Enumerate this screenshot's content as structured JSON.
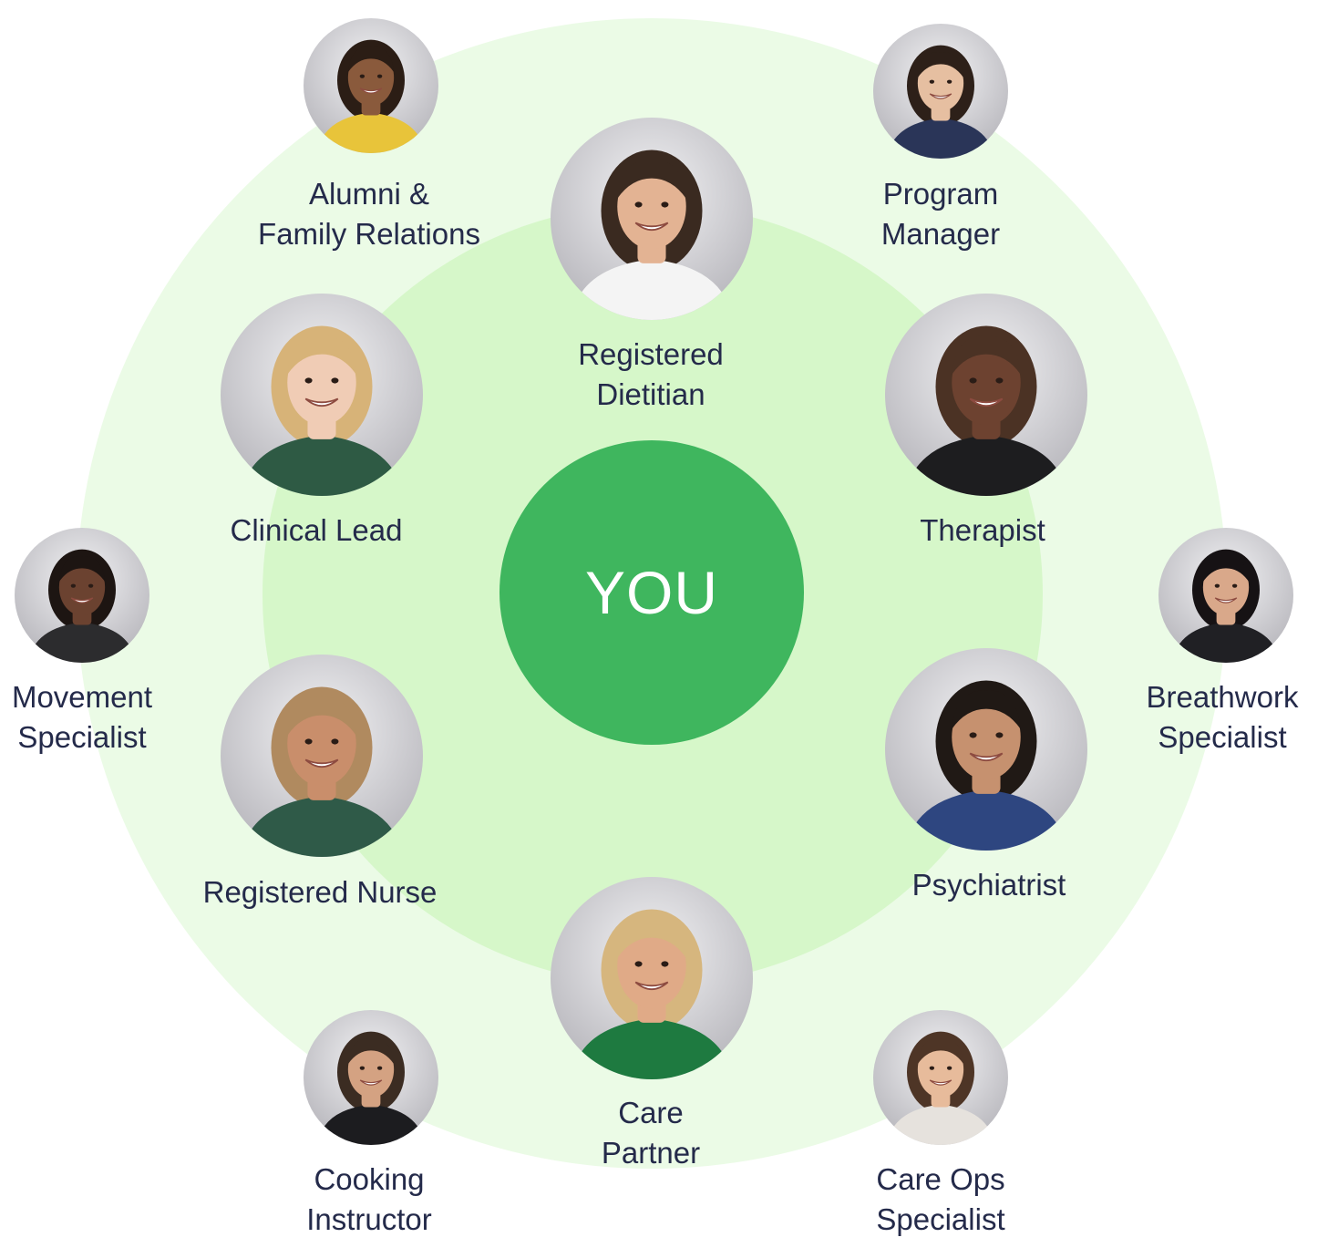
{
  "center": {
    "label": "YOU"
  },
  "colors": {
    "outer_ring": "#ebfbe6",
    "inner_ring": "#d6f7c9",
    "center": "#3fb65e",
    "label_text": "#242a4a"
  },
  "team": {
    "alumni_family_relations": {
      "line1": "Alumni &",
      "line2": "Family Relations",
      "skin": "#8a5a3c",
      "hair": "#2b1d15",
      "shirt": "#e8c43a"
    },
    "program_manager": {
      "line1": "Program",
      "line2": "Manager",
      "skin": "#e6bfa1",
      "hair": "#2d2019",
      "shirt": "#2a3558"
    },
    "registered_dietitian": {
      "line1": "Registered",
      "line2": "Dietitian",
      "skin": "#e3b393",
      "hair": "#3a2a20",
      "shirt": "#f4f4f4"
    },
    "clinical_lead": {
      "line1": "Clinical Lead",
      "line2": "",
      "skin": "#f0ccb5",
      "hair": "#d7b378",
      "shirt": "#2e5a44"
    },
    "therapist": {
      "line1": "Therapist",
      "line2": "",
      "skin": "#6d4230",
      "hair": "#4b3224",
      "shirt": "#1d1d1f"
    },
    "movement_specialist": {
      "line1": "Movement",
      "line2": "Specialist",
      "skin": "#6b4230",
      "hair": "#1d1512",
      "shirt": "#2c2c2e"
    },
    "breathwork_specialist": {
      "line1": "Breathwork",
      "line2": "Specialist",
      "skin": "#d9a88a",
      "hair": "#161214",
      "shirt": "#202024"
    },
    "registered_nurse": {
      "line1": "Registered Nurse",
      "line2": "",
      "skin": "#c98e6b",
      "hair": "#b08a5f",
      "shirt": "#2f5a48"
    },
    "psychiatrist": {
      "line1": "Psychiatrist",
      "line2": "",
      "skin": "#c6916f",
      "hair": "#201915",
      "shirt": "#2e4680"
    },
    "care_partner": {
      "line1": "Care",
      "line2": "Partner",
      "skin": "#e0aa87",
      "hair": "#d6b67e",
      "shirt": "#1e7a40"
    },
    "cooking_instructor": {
      "line1": "Cooking",
      "line2": "Instructor",
      "skin": "#d4a282",
      "hair": "#3b2c22",
      "shirt": "#1c1c1f"
    },
    "care_ops_specialist": {
      "line1": "Care Ops",
      "line2": "Specialist",
      "skin": "#e7bb9b",
      "hair": "#4e3526",
      "shirt": "#e6e2dd"
    }
  }
}
